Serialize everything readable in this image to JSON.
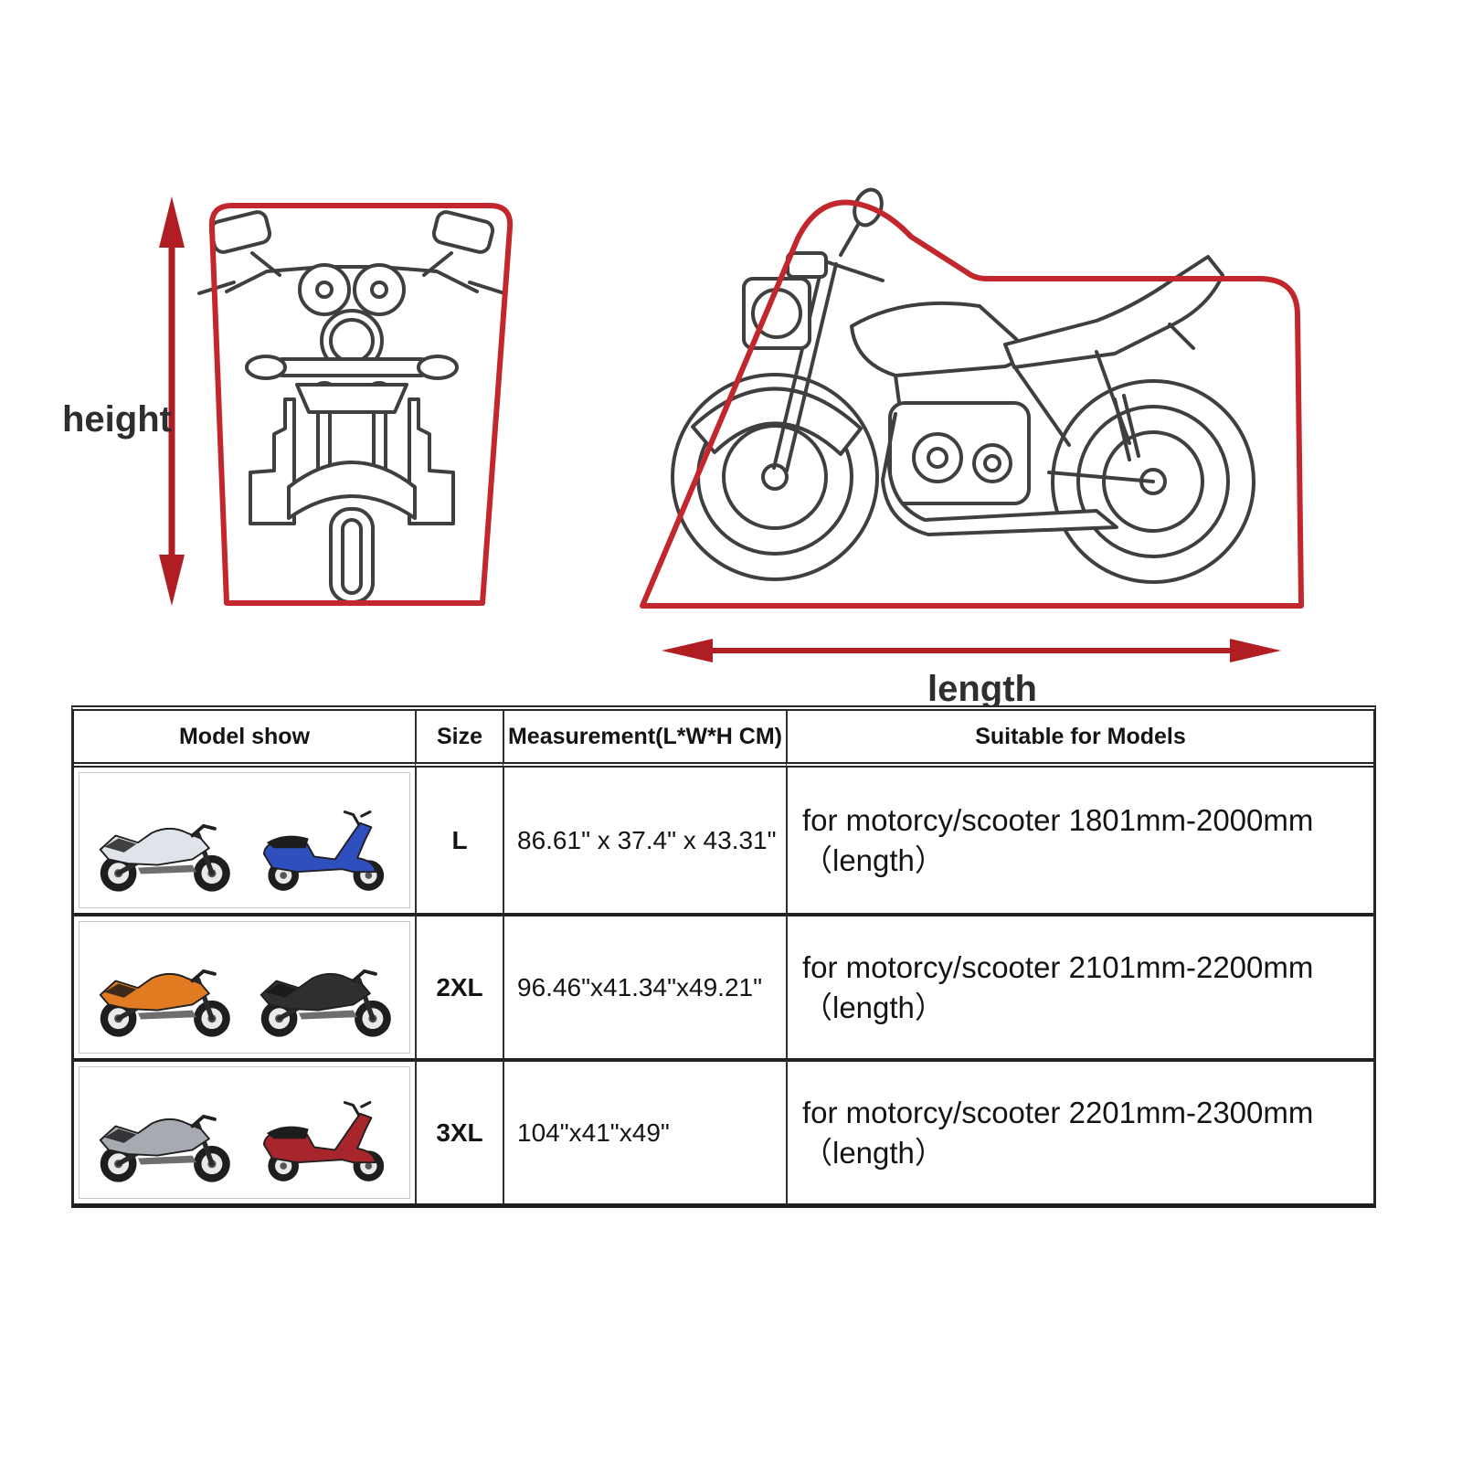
{
  "colors": {
    "cover_red": "#c1272d",
    "arrow_red": "#b01e24",
    "line_dark": "#3f3f3f",
    "border_dark": "#262626",
    "text_dark": "#141414"
  },
  "diagram": {
    "height_label": "height",
    "length_label": "length",
    "front_view_alt": "motorcycle front view inside cover outline",
    "side_view_alt": "motorcycle side view inside cover outline"
  },
  "table": {
    "headers": [
      "Model show",
      "Size",
      "Measurement(L*W*H CM)",
      "Suitable for Models"
    ],
    "rows": [
      {
        "size": "L",
        "measurement": "86.61\" x 37.4\" x 43.31\"",
        "suitable_line1": "for motorcy/scooter 1801mm-2000mm",
        "suitable_line2": "（length）",
        "models": [
          {
            "label": "white underbone motorcycle",
            "color": "#dfe4ea"
          },
          {
            "label": "blue and black scooter",
            "color": "#2f4fbe"
          }
        ]
      },
      {
        "size": "2XL",
        "measurement": "96.46\"x41.34\"x49.21\"",
        "suitable_line1": "for motorcy/scooter 2101mm-2200mm",
        "suitable_line2": "（length）",
        "models": [
          {
            "label": "orange and black dirt bike",
            "color": "#e07b22"
          },
          {
            "label": "black naked sport motorcycle",
            "color": "#2d2f31"
          }
        ]
      },
      {
        "size": "3XL",
        "measurement": "104\"x41\"x49\"",
        "suitable_line1": "for motorcy/scooter 2201mm-2300mm",
        "suitable_line2": "（length）",
        "models": [
          {
            "label": "silver sport touring motorcycle",
            "color": "#a7abb1"
          },
          {
            "label": "red and white maxi scooter",
            "color": "#a6262b"
          }
        ]
      }
    ]
  }
}
